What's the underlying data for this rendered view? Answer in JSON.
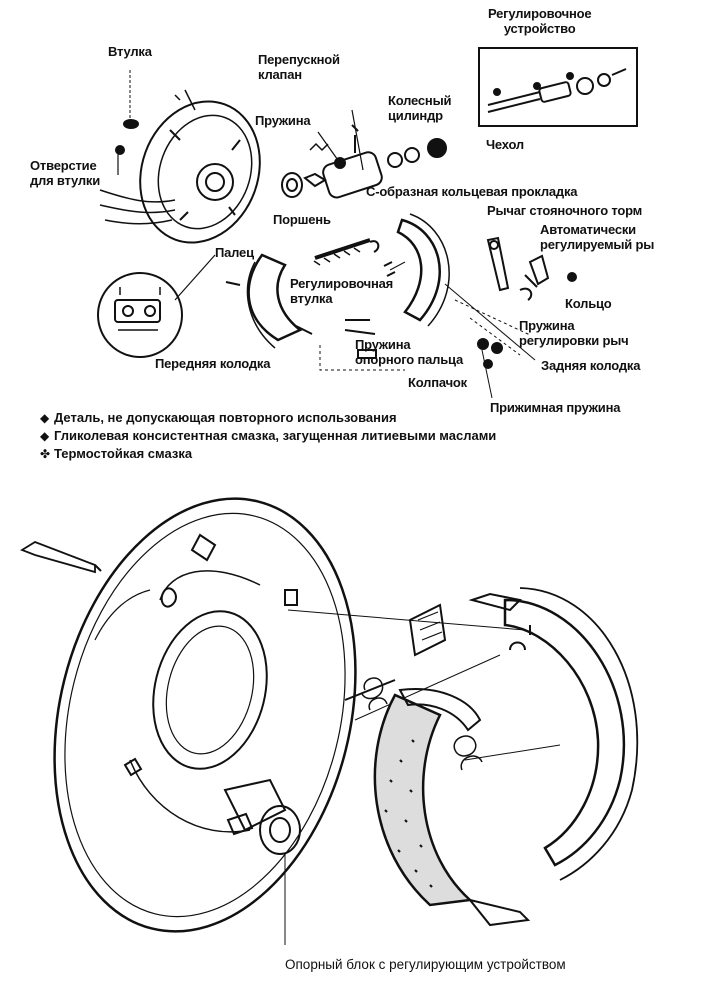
{
  "top_labels": {
    "adjuster_title": "Регулировочное\nустройство",
    "vtulka": "Втулка",
    "bypass_valve": "Перепускной\nклапан",
    "wheel_cylinder": "Колесный\nцилиндр",
    "spring": "Пружина",
    "boot": "Чехол",
    "bushing_hole": "Отверстие\nдля втулки",
    "piston": "Поршень",
    "c_ring": "С-образная кольцевая прокладка",
    "parking_lever": "Рычаг стояночного торм",
    "auto_adjust_lever": "Автоматически\nрегулируемый ры",
    "pin": "Палец",
    "adjusting_sleeve": "Регулировочная\nвтулка",
    "ring": "Кольцо",
    "lever_spring": "Пружина\nрегулировки рыч",
    "front_shoe": "Передняя колодка",
    "anchor_pin_spring": "Пружина\nопорного пальца",
    "rear_shoe": "Задняя колодка",
    "cap": "Колпачок",
    "holddown_spring": "Прижимная пружина"
  },
  "legend": [
    {
      "mark": "◆",
      "text": "Деталь, не допускающая повторного использования"
    },
    {
      "mark": "◆",
      "text": "Гликолевая консистентная смазка, загущенная литиевыми маслами"
    },
    {
      "mark": "✤",
      "text": "Термостойкая смазка"
    }
  ],
  "caption": "Опорный блок с регулирующим устройством"
}
